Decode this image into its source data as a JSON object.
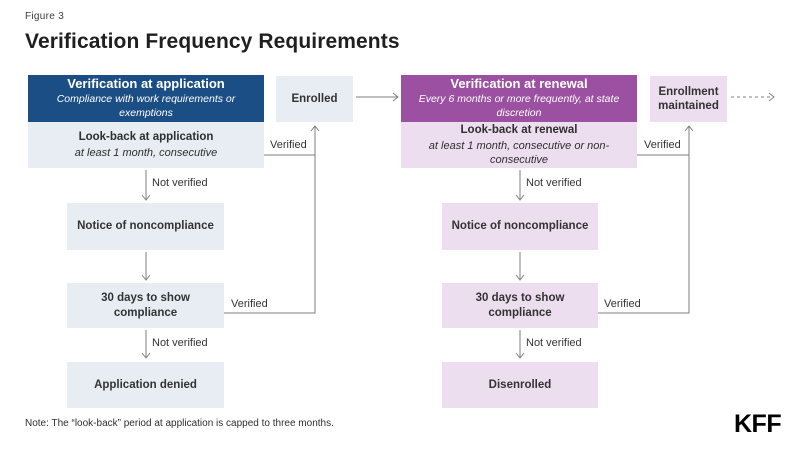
{
  "page": {
    "figure_label": "Figure 3",
    "title": "Verification Frequency Requirements",
    "note": "Note: The “look-back” period at application is capped to three months.",
    "logo": "KFF"
  },
  "labels": {
    "verified": "Verified",
    "not_verified": "Not verified"
  },
  "application_flow": {
    "header": {
      "title": "Verification at application",
      "subtitle": "Compliance with work requirements or exemptions"
    },
    "lookback": {
      "title": "Look-back at application",
      "subtitle": "at least 1 month, consecutive"
    },
    "notice": "Notice of noncompliance",
    "thirty_days": "30 days to show compliance",
    "outcome": "Application denied"
  },
  "enrolled": {
    "label": "Enrolled"
  },
  "renewal_flow": {
    "header": {
      "title": "Verification at renewal",
      "subtitle": "Every 6 months or more frequently, at state discretion"
    },
    "lookback": {
      "title": "Look-back at renewal",
      "subtitle": "at least 1 month, consecutive or non-consecutive"
    },
    "notice": "Notice of noncompliance",
    "thirty_days": "30 days to show compliance",
    "outcome": "Disenrolled"
  },
  "enrollment_maintained": {
    "label": "Enrollment maintained"
  },
  "colors": {
    "dark_blue": "#1C4E86",
    "purple": "#9B50A1",
    "light_blue": "#E8EDF3",
    "light_purple": "#ECDEEE",
    "connector": "#7F7F7F"
  }
}
